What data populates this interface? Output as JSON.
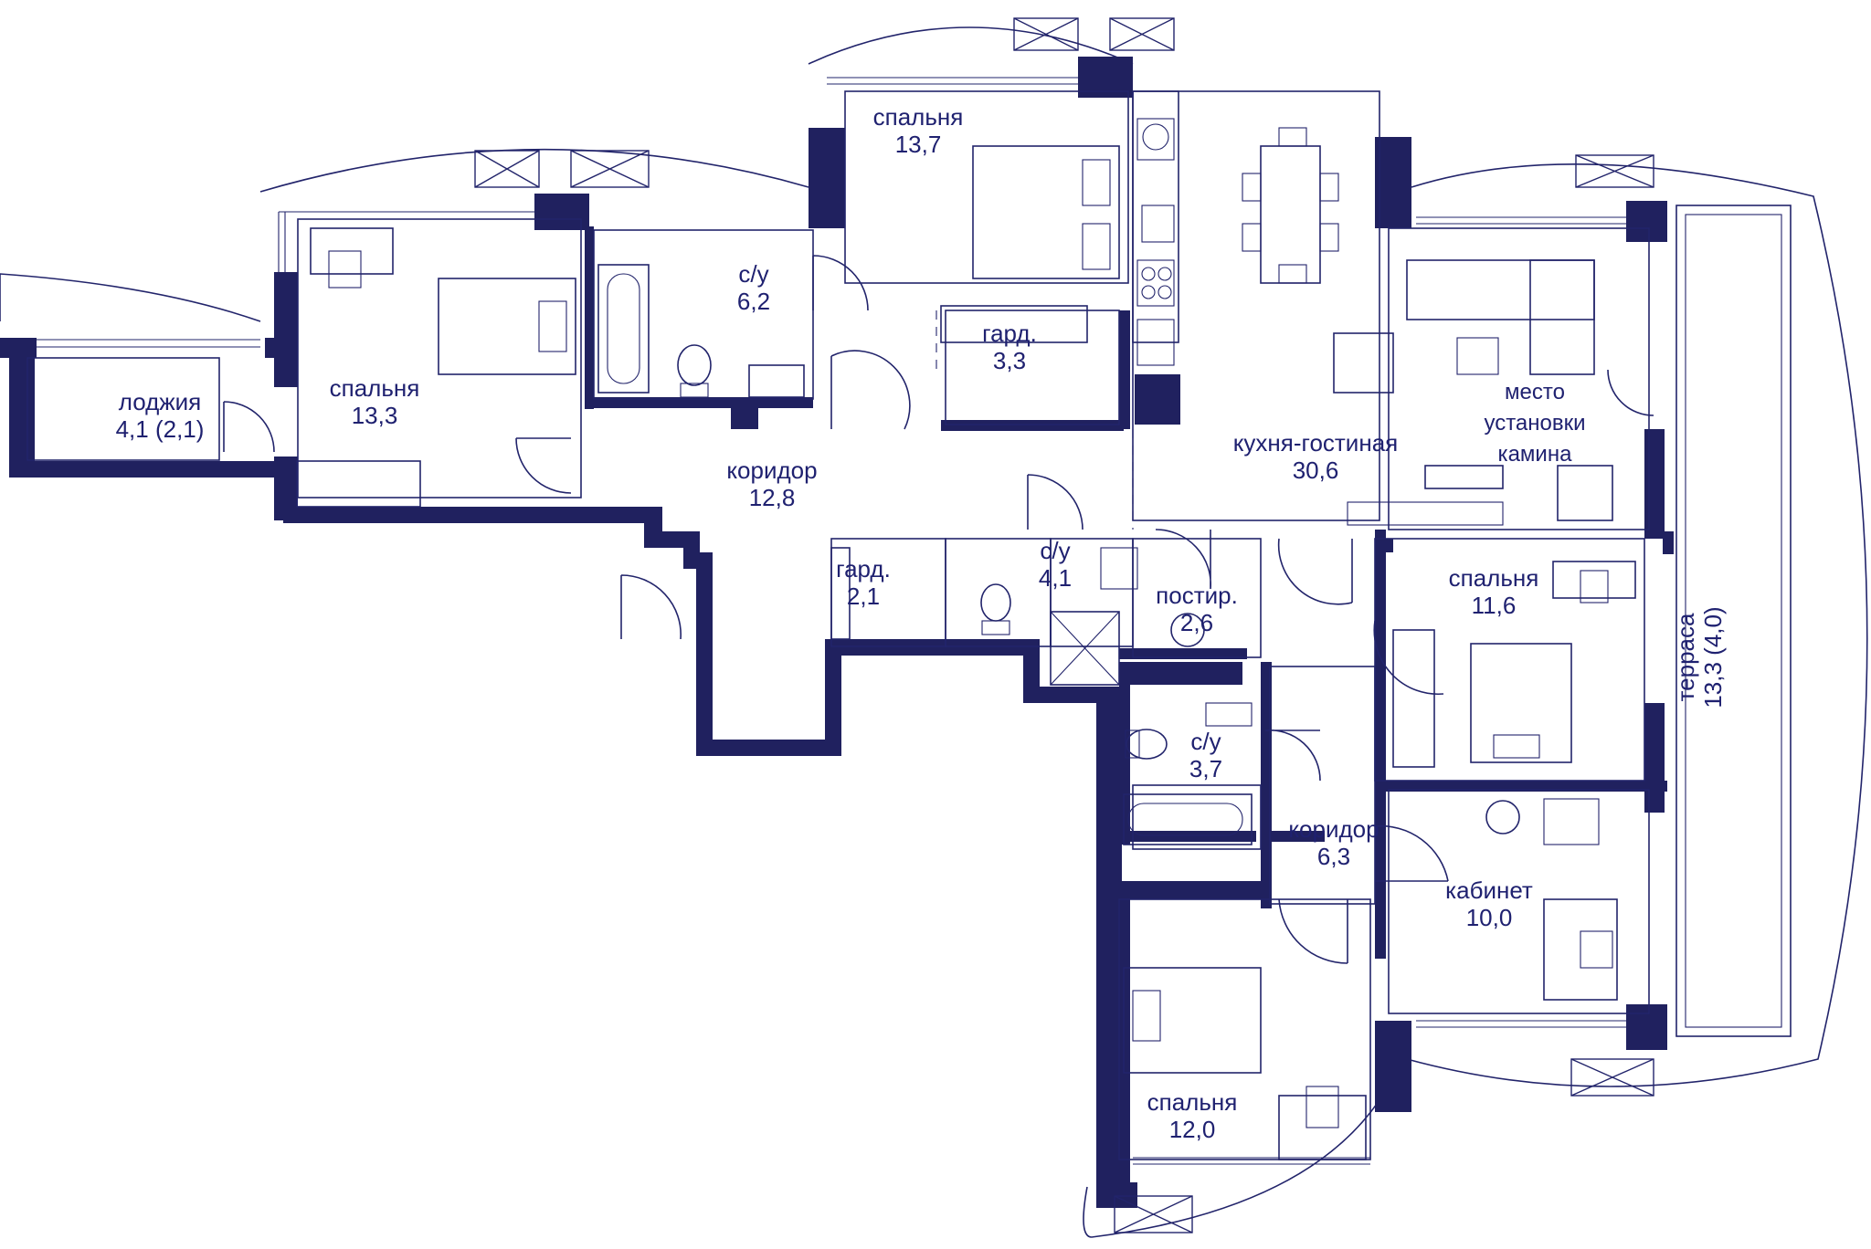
{
  "colors": {
    "wall": "#20215f",
    "line": "#22246b",
    "text": "#1f2170",
    "background": "#ffffff"
  },
  "rooms": [
    {
      "id": "loggia",
      "name": "лоджия",
      "area": "4,1 (2,1)"
    },
    {
      "id": "bedroom-1",
      "name": "спальня",
      "area": "13,3"
    },
    {
      "id": "bathroom-1",
      "name": "с/у",
      "area": "6,2"
    },
    {
      "id": "bedroom-2",
      "name": "спальня",
      "area": "13,7"
    },
    {
      "id": "wardrobe-1",
      "name": "гард.",
      "area": "3,3"
    },
    {
      "id": "corridor-1",
      "name": "коридор",
      "area": "12,8"
    },
    {
      "id": "wardrobe-2",
      "name": "гард.",
      "area": "2,1"
    },
    {
      "id": "bathroom-2",
      "name": "с/у",
      "area": "4,1"
    },
    {
      "id": "laundry",
      "name": "постир.",
      "area": "2,6"
    },
    {
      "id": "kitchen-living",
      "name": "кухня-гостиная",
      "area": "30,6"
    },
    {
      "id": "bedroom-3",
      "name": "спальня",
      "area": "11,6"
    },
    {
      "id": "bathroom-3",
      "name": "с/у",
      "area": "3,7"
    },
    {
      "id": "corridor-2",
      "name": "коридор",
      "area": "6,3"
    },
    {
      "id": "study",
      "name": "кабинет",
      "area": "10,0"
    },
    {
      "id": "bedroom-4",
      "name": "спальня",
      "area": "12,0"
    },
    {
      "id": "terrace",
      "name": "терраса",
      "area": "13,3 (4,0)"
    }
  ],
  "fireplace_note": [
    "место",
    "установки",
    "камина"
  ]
}
